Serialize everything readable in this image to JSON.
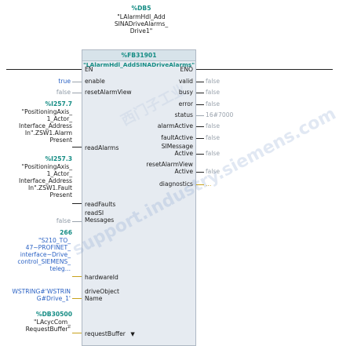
{
  "instance": {
    "db_label": "%DB5",
    "name_lines": [
      "\"LAlarmHdl_Add",
      "SINADriveAlarms_",
      "Drive1\""
    ]
  },
  "block": {
    "fb_label": "%FB31901",
    "fb_name": "\"LAlarmHdl_AddSINADriveAlarms\""
  },
  "pins": {
    "en": "EN",
    "eno": "ENO",
    "enable": "enable",
    "resetAlarmView": "resetAlarmView",
    "readAlarms": "readAlarms",
    "readFaults": "readFaults",
    "readSIMessages_1": "readSI",
    "readSIMessages_2": "Messages",
    "hardwareId": "hardwareId",
    "driveObjectName_1": "driveObject",
    "driveObjectName_2": "Name",
    "requestBuffer": "requestBuffer",
    "valid": "valid",
    "busy": "busy",
    "error": "error",
    "status": "status",
    "alarmActive": "alarmActive",
    "faultActive": "faultActive",
    "siMessageActive_1": "SIMessage",
    "siMessageActive_2": "Active",
    "resetAlarmViewActive_1": "resetAlarmView",
    "resetAlarmViewActive_2": "Active",
    "diagnostics": "diagnostics"
  },
  "inputs": {
    "enable_val": "true",
    "resetAlarmView_val": "false",
    "readAlarms_addr": "%I257.7",
    "readAlarms_name": [
      "\"PositioningAxis_",
      "1_Actor_",
      "Interface_Address",
      "In\".ZSW1.Alarm",
      "Present"
    ],
    "readFaults_addr": "%I257.3",
    "readFaults_name": [
      "\"PositioningAxis_",
      "1_Actor_",
      "Interface_Address",
      "In\".ZSW1.Fault",
      "Present"
    ],
    "readSI_val": "false",
    "hardwareId_val": "266",
    "hardwareId_name": [
      "\"S210_TO_",
      "47~PROFINET_",
      "interface~Drive_",
      "control_SIEMENS_",
      "teleg..."
    ],
    "driveObjectName_name": [
      "WSTRING#'WSTRIN",
      "G#Drive_1'"
    ],
    "requestBuffer_db": "%DB30500",
    "requestBuffer_name": [
      "\"LAcycCom_",
      "RequestBuffer\""
    ]
  },
  "outputs": {
    "valid_val": "false",
    "busy_val": "false",
    "error_val": "false",
    "status_val": "16#7000",
    "alarmActive_val": "false",
    "faultActive_val": "false",
    "siMessageActive_val": "false",
    "resetAlarmViewActive_val": "false",
    "diagnostics_val": "..."
  },
  "watermark": {
    "line1": "西门子工业",
    "line2": "support.industry.siemens.com"
  },
  "colors": {
    "accent_teal": "#148c84",
    "block_fill": "#e6ebf1",
    "value_blue": "#2b62c4",
    "value_grey": "#8e9aa6"
  }
}
